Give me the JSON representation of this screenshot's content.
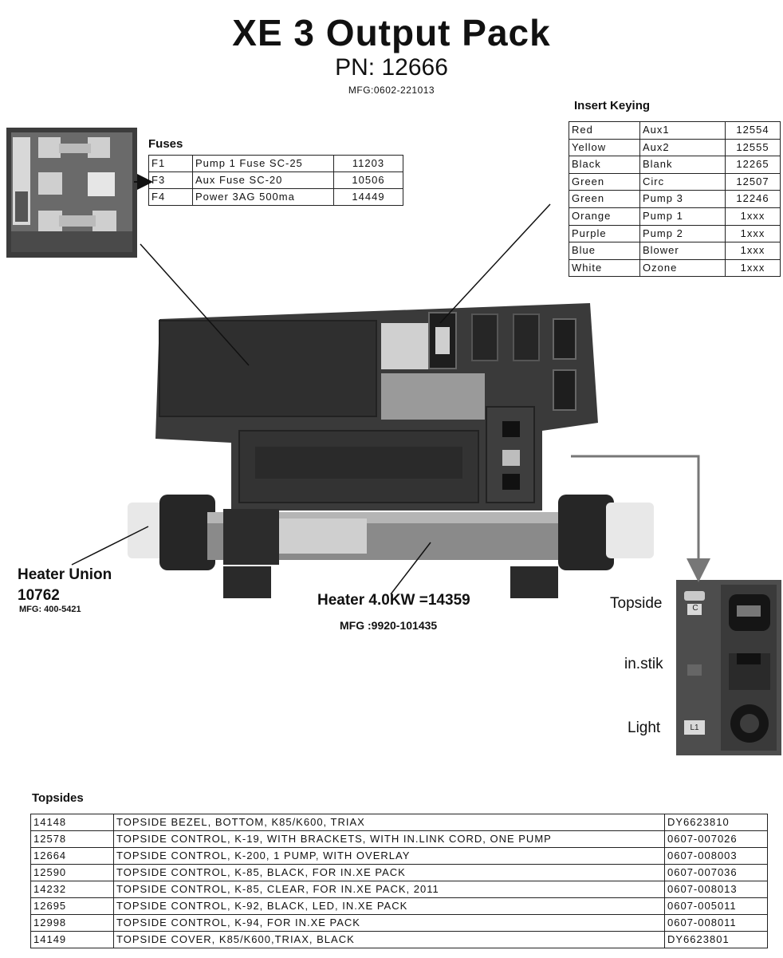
{
  "title": "XE 3 Output Pack",
  "part_number": "PN: 12666",
  "mfg": "MFG:0602-221013",
  "fuses": {
    "heading": "Fuses",
    "rows": [
      [
        "F1",
        "Pump 1 Fuse SC-25",
        "11203"
      ],
      [
        "F3",
        "Aux Fuse SC-20",
        "10506"
      ],
      [
        "F4",
        "Power 3AG 500ma",
        "14449"
      ]
    ]
  },
  "insert_keying": {
    "heading": "Insert Keying",
    "rows": [
      [
        "Red",
        "Aux1",
        "12554"
      ],
      [
        "Yellow",
        "Aux2",
        "12555"
      ],
      [
        "Black",
        "Blank",
        "12265"
      ],
      [
        "Green",
        "Circ",
        "12507"
      ],
      [
        "Green",
        "Pump 3",
        "12246"
      ],
      [
        "Orange",
        "Pump 1",
        "1xxx"
      ],
      [
        "Purple",
        "Pump 2",
        "1xxx"
      ],
      [
        "Blue",
        "Blower",
        "1xxx"
      ],
      [
        "White",
        "Ozone",
        "1xxx"
      ]
    ]
  },
  "labels": {
    "heater_union": "Heater Union",
    "heater_union_pn": "10762",
    "heater_union_mfg": "MFG: 400-5421",
    "heater": "Heater 4.0KW =14359",
    "heater_mfg": "MFG :9920-101435",
    "topside": "Topside",
    "instik": "in.stik",
    "light": "Light"
  },
  "panel_badges": {
    "topside": "C",
    "light": "L1"
  },
  "topsides": {
    "heading": "Topsides",
    "rows": [
      [
        "14148",
        "TOPSIDE BEZEL, BOTTOM, K85/K600, TRIAX",
        "DY6623810"
      ],
      [
        "12578",
        "TOPSIDE CONTROL, K-19, WITH BRACKETS, WITH IN.LINK CORD, ONE PUMP",
        "0607-007026"
      ],
      [
        "12664",
        "TOPSIDE CONTROL, K-200, 1 PUMP, WITH OVERLAY",
        "0607-008003"
      ],
      [
        "12590",
        "TOPSIDE CONTROL, K-85, BLACK, FOR IN.XE PACK",
        "0607-007036"
      ],
      [
        "14232",
        "TOPSIDE CONTROL, K-85, CLEAR, FOR IN.XE PACK, 2011",
        "0607-008013"
      ],
      [
        "12695",
        "TOPSIDE CONTROL, K-92, BLACK, LED, IN.XE PACK",
        "0607-005011"
      ],
      [
        "12998",
        "TOPSIDE CONTROL, K-94, FOR IN.XE PACK",
        "0607-008011"
      ],
      [
        "14149",
        "TOPSIDE COVER, K85/K600,TRIAX, BLACK",
        "DY6623801"
      ]
    ]
  }
}
